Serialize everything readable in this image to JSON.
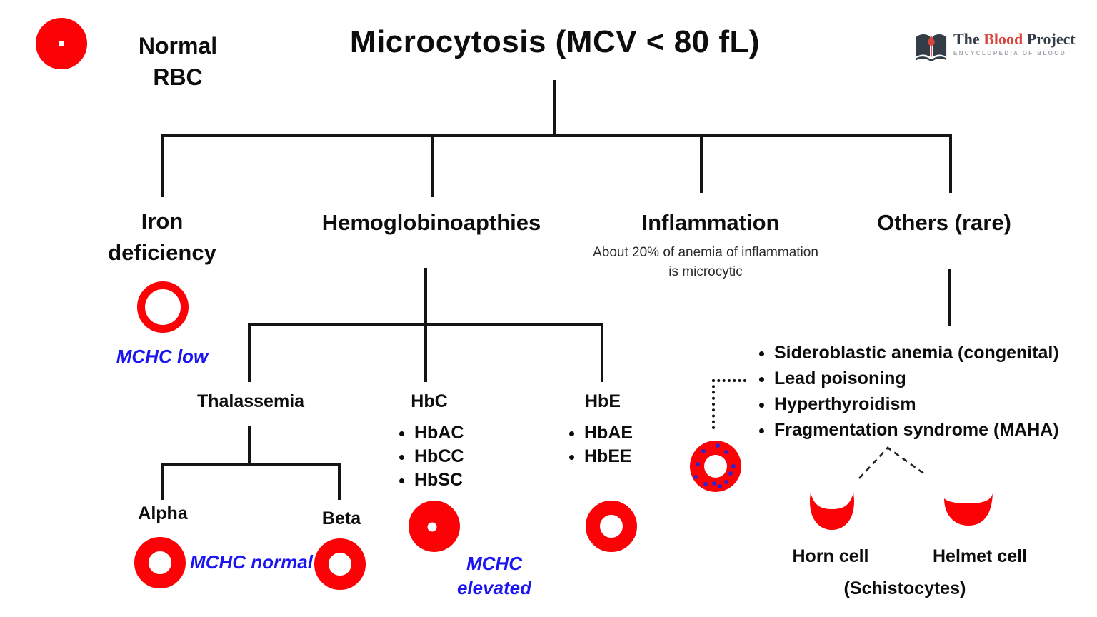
{
  "title": "Microcytosis (MCV < 80 fL)",
  "normal_rbc": {
    "line1": "Normal",
    "line2": "RBC"
  },
  "logo": {
    "word1": "The",
    "word2": "Blood",
    "word3": "Project",
    "tagline": "ENCYCLOPEDIA OF BLOOD"
  },
  "iron": {
    "line1": "Iron",
    "line2": "deficiency",
    "mchc": "MCHC low"
  },
  "hemo": {
    "title": "Hemoglobinoapthies",
    "thalassemia": {
      "title": "Thalassemia",
      "alpha": "Alpha",
      "beta": "Beta",
      "mchc": "MCHC normal"
    },
    "hbc": {
      "title": "HbC",
      "items": [
        "HbAC",
        "HbCC",
        "HbSC"
      ],
      "mchc_line1": "MCHC",
      "mchc_line2": "elevated"
    },
    "hbe": {
      "title": "HbE",
      "items": [
        "HbAE",
        "HbEE"
      ]
    }
  },
  "inflammation": {
    "title": "Inflammation",
    "note_line1": "About 20% of anemia of inflammation",
    "note_line2": "is microcytic"
  },
  "others": {
    "title": "Others (rare)",
    "items": [
      "Sideroblastic anemia (congenital)",
      "Lead poisoning",
      "Hyperthyroidism",
      "Fragmentation syndrome (MAHA)"
    ],
    "horn_label": "Horn cell",
    "helmet_label": "Helmet cell",
    "schistocytes_label": "(Schistocytes)"
  },
  "colors": {
    "rbc_red": "#fb0207",
    "annotation_blue": "#1b16f0",
    "line_black": "#141414",
    "stipple_blue": "#2326dd",
    "logo_dark": "#333c47",
    "logo_red": "#d9453f",
    "logo_gray": "#a0a4ab"
  }
}
